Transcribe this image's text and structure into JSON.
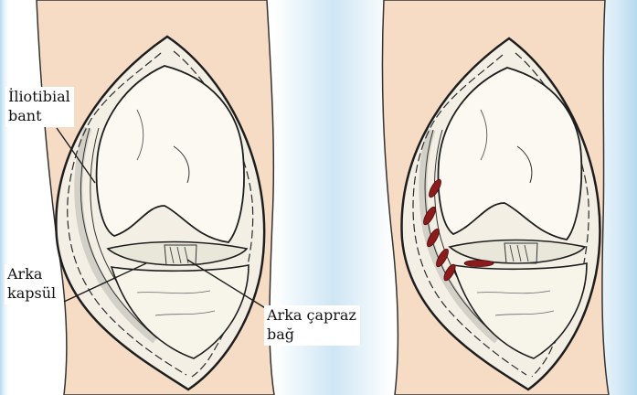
{
  "labels": {
    "iliotibial_band": {
      "line1": "İliotibial",
      "line2": "bant"
    },
    "posterior_capsule": {
      "line1": "Arka",
      "line2": "kapsül"
    },
    "posterior_cruciate_ligament": {
      "line1": "Arka çapraz",
      "line2": "bağ"
    }
  },
  "colors": {
    "skin": "#f7dcc5",
    "background_blue": "#cfe6f4",
    "tissue": "#f5f3ea",
    "outline": "#222222",
    "release_cuts": "#8c1b1b"
  }
}
